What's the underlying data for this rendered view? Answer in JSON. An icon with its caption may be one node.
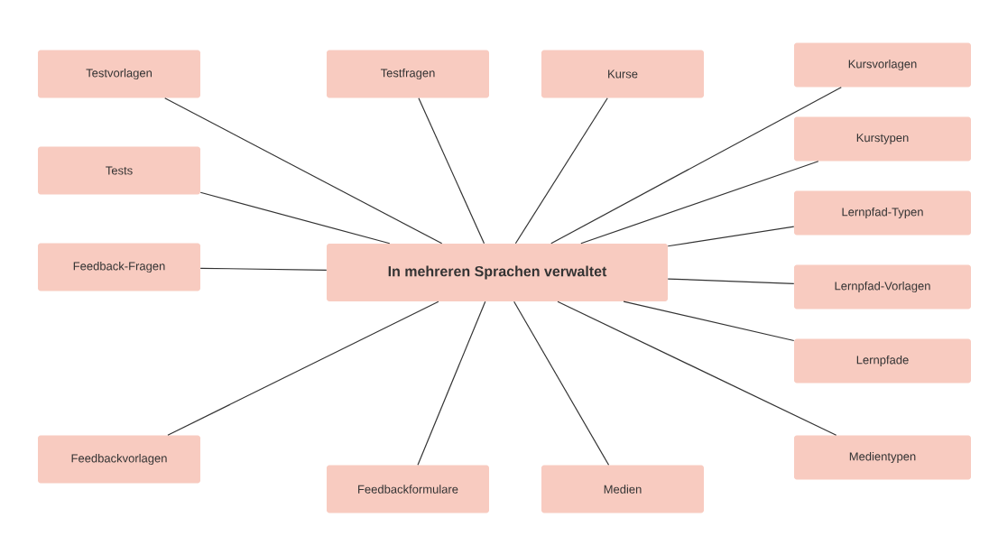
{
  "diagram": {
    "nodes": [
      {
        "text": [
          "In mehreren Sprachen verwaltet"
        ]
      },
      {
        "text": [
          "Testvorlagen"
        ]
      },
      {
        "text": [
          "Testfragen"
        ]
      },
      {
        "text": [
          "Kurse"
        ]
      },
      {
        "text": [
          "Kursvorlagen"
        ]
      },
      {
        "text": [
          "Kurstypen"
        ]
      },
      {
        "text": [
          "Tests"
        ]
      },
      {
        "text": [
          "Lernpfad-Typen"
        ]
      },
      {
        "text": [
          "Feedback-Fragen"
        ]
      },
      {
        "text": [
          "Lernpfad-Vorlagen"
        ]
      },
      {
        "text": [
          "Lernpfade"
        ]
      },
      {
        "text": [
          "Feedbackvorlagen"
        ]
      },
      {
        "text": [
          "Medientypen"
        ]
      },
      {
        "text": [
          "Feedbackformulare"
        ]
      },
      {
        "text": [
          "Medien"
        ]
      }
    ],
    "edges": [
      {
        "from": 0,
        "to": 1,
        "arrow": "none"
      },
      {
        "from": 0,
        "to": 2,
        "arrow": "none"
      },
      {
        "from": 0,
        "to": 3,
        "arrow": "none"
      },
      {
        "from": 0,
        "to": 4,
        "arrow": "none"
      },
      {
        "from": 0,
        "to": 5,
        "arrow": "none"
      },
      {
        "from": 0,
        "to": 6,
        "arrow": "none"
      },
      {
        "from": 0,
        "to": 7,
        "arrow": "none"
      },
      {
        "from": 0,
        "to": 8,
        "arrow": "none"
      },
      {
        "from": 0,
        "to": 9,
        "arrow": "none"
      },
      {
        "from": 0,
        "to": 10,
        "arrow": "none"
      },
      {
        "from": 0,
        "to": 11,
        "arrow": "none"
      },
      {
        "from": 0,
        "to": 12,
        "arrow": "none"
      },
      {
        "from": 0,
        "to": 13,
        "arrow": "none"
      },
      {
        "from": 0,
        "to": 14,
        "arrow": "none"
      }
    ]
  }
}
